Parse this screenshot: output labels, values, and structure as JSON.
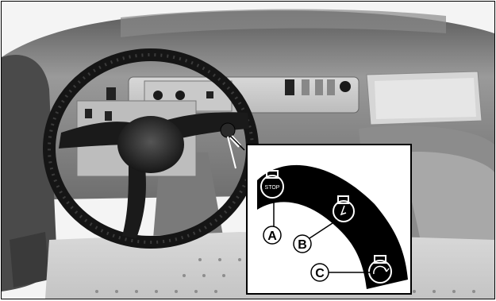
{
  "figure": {
    "inset": {
      "labels": {
        "a": "A",
        "b": "B",
        "c": "C"
      },
      "icons": {
        "a": "stop-key-icon",
        "b": "start-key-icon",
        "c": "run-key-icon"
      }
    }
  }
}
